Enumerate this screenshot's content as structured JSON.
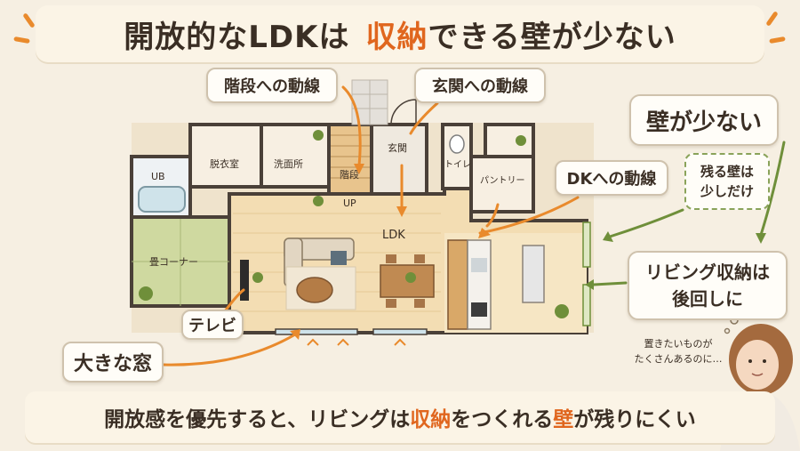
{
  "title": {
    "part1": "開放的なLDKは",
    "highlight": "収納",
    "part2": "できる壁が少ない"
  },
  "rooms": {
    "ub": "UB",
    "dressing": "脱衣室",
    "washroom": "洗面所",
    "stairs": "階段",
    "up": "UP",
    "entrance": "玄関",
    "toilet": "トイレ",
    "pantry": "パントリー",
    "ldk": "LDK",
    "tatami": "畳コーナー"
  },
  "callouts": {
    "stairs_flow": "階段への動線",
    "entrance_flow": "玄関への動線",
    "dk_flow": "DKへの動線",
    "tv": "テレビ",
    "big_window": "大きな窓"
  },
  "side_notes": {
    "few_walls": "壁が少ない",
    "remaining_line1": "残る壁は",
    "remaining_line2": "少しだけ",
    "living_line1": "リビング収納は",
    "living_line2": "後回しに",
    "thought_line1": "置きたいものが",
    "thought_line2": "たくさんあるのに…"
  },
  "bottom": {
    "part1": "開放感を優先すると、リビングは",
    "highlight1": "収納",
    "part2": "をつくれる",
    "highlight2": "壁",
    "part3": "が残りにくい"
  },
  "colors": {
    "accent": "#e0661e",
    "arrow_orange": "#e98a2c",
    "arrow_green": "#6f8f3a",
    "floor": "#f3ddb3",
    "tatami": "#cfd9a0",
    "wall": "#4a4038"
  }
}
